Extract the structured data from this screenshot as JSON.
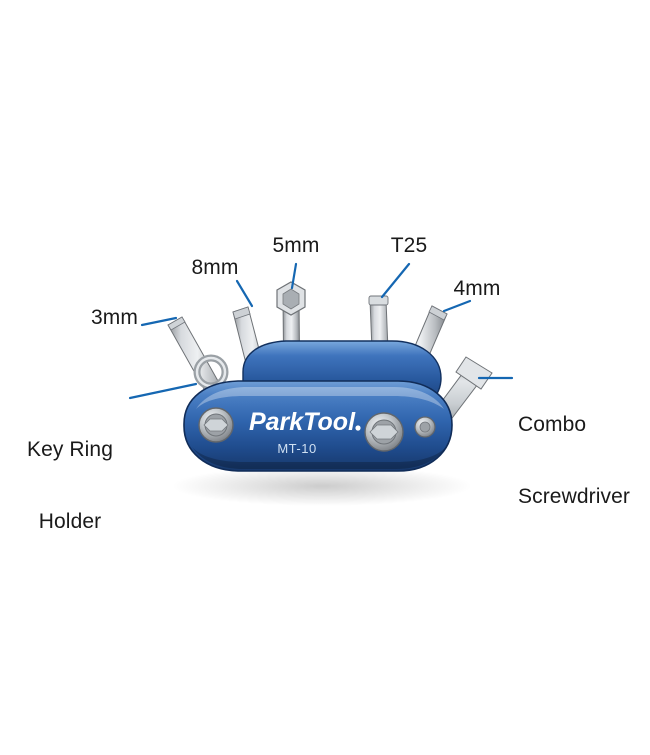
{
  "image": {
    "background_color": "#ffffff",
    "product_brand": "ParkTool",
    "product_model": "MT-10",
    "brand_text": "ParkTool",
    "model_text": "MT-10",
    "body_color": "#2a5fa8",
    "metal_color": "#b9bcc0",
    "leader_line_color": "#1567b2",
    "label_color": "#1a1a1a"
  },
  "callouts": [
    {
      "id": "three-mm",
      "label": "3mm"
    },
    {
      "id": "eight-mm",
      "label": "8mm"
    },
    {
      "id": "five-mm",
      "label": "5mm"
    },
    {
      "id": "t25",
      "label": "T25"
    },
    {
      "id": "four-mm",
      "label": "4mm"
    },
    {
      "id": "combo-screwdriver",
      "label_line1": "Combo",
      "label_line2": "Screwdriver"
    },
    {
      "id": "key-ring-holder",
      "label_line1": "Key Ring",
      "label_line2": "Holder"
    }
  ]
}
